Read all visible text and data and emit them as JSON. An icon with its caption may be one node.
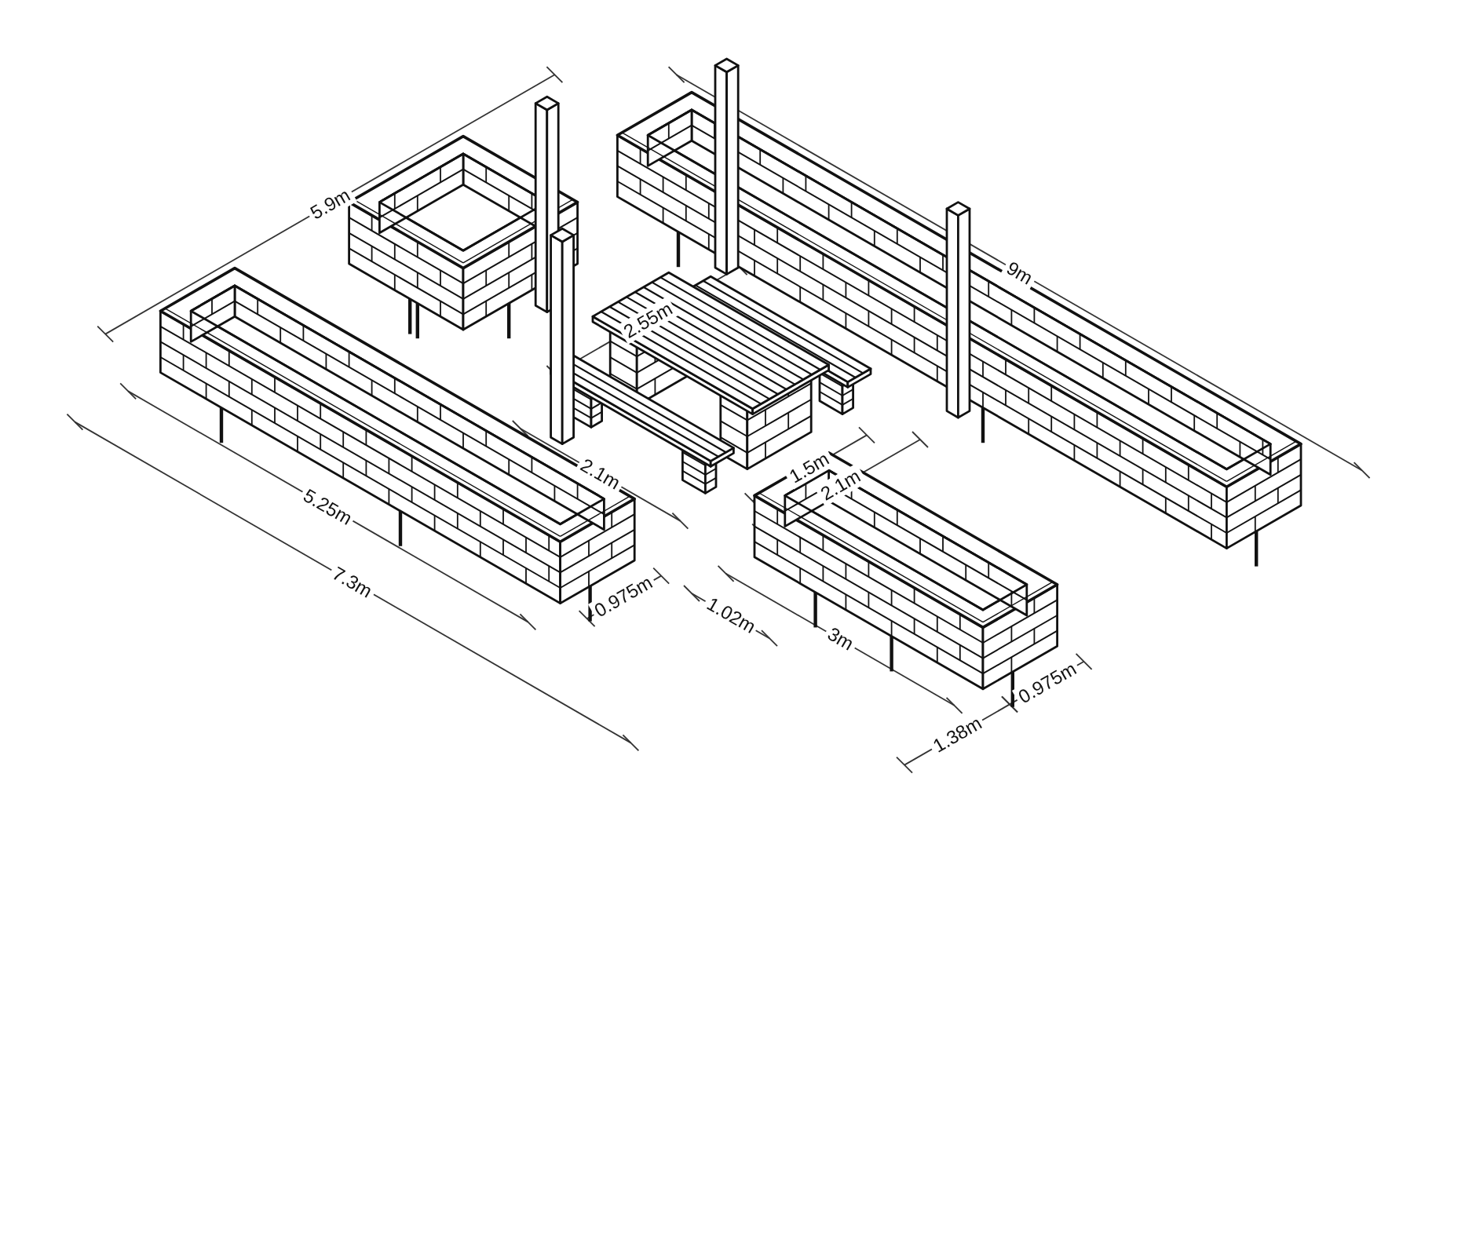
{
  "diagram": {
    "labels": [
      "5.9m",
      "9m",
      "2.55m",
      "2.1m",
      "1.5m",
      "2.1m",
      "5.25m",
      "3m",
      "0.975m",
      "7.3m",
      "1.38m",
      "1.02m",
      "0.975m"
    ]
  }
}
